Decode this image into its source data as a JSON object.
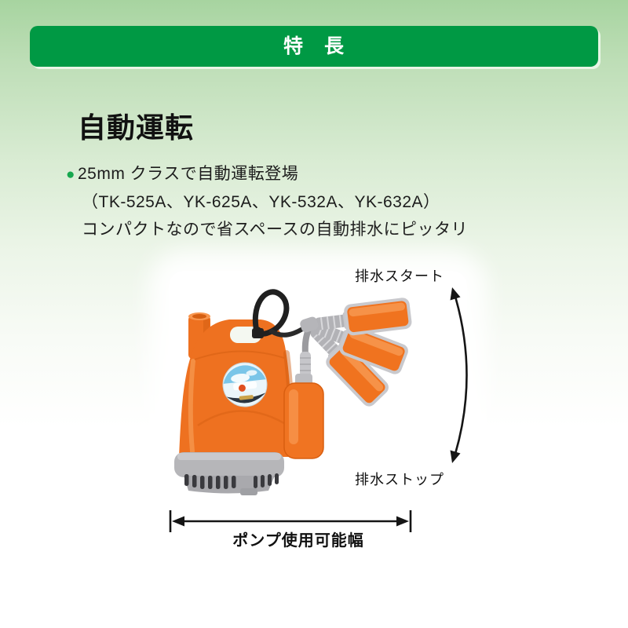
{
  "header": {
    "title": "特　長"
  },
  "section": {
    "heading": "自動運転",
    "bullet_glyph": "●",
    "lines": [
      "25mm クラスで自動運転登場",
      "（TK-525A、YK-625A、YK-532A、YK-632A）",
      "コンパクトなので省スペースの自動排水にピッタリ"
    ]
  },
  "figure": {
    "label_start": "排水スタート",
    "label_stop": "排水ストップ",
    "label_width": "ポンプ使用可能幅"
  },
  "colors": {
    "header_green": "#009944",
    "background_green_top": "#a7d4a0",
    "bullet_green": "#17a74e",
    "pump_orange": "#ee7120",
    "pump_base_gray": "#b6b6b9",
    "arrow_black": "#151515"
  }
}
